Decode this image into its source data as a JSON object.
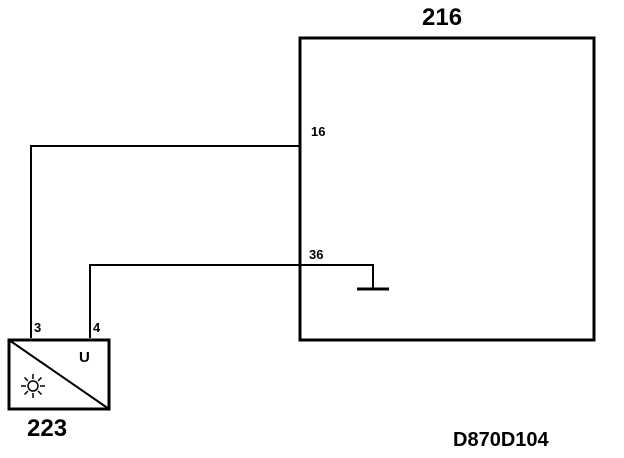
{
  "ecu": {
    "id": "216",
    "pins": {
      "a": "16",
      "b": "36"
    }
  },
  "sensor": {
    "id": "223",
    "pins": {
      "left": "3",
      "right": "4"
    },
    "symbol_label": "U",
    "icon": "sun-icon"
  },
  "drawing_code": "D870D104"
}
